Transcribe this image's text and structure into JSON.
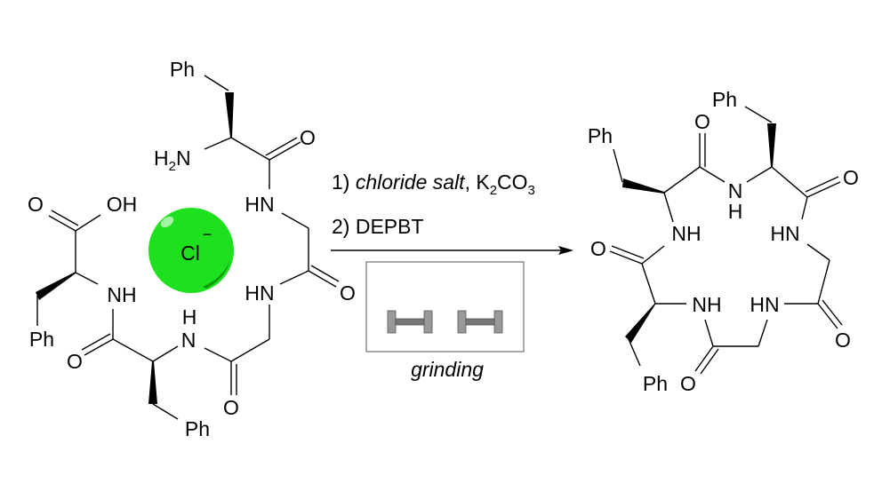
{
  "reactant": {
    "labels": {
      "ph_top": "Ph",
      "h2n": "H",
      "h2n_sub": "2",
      "h2n_n": "N",
      "o1": "O",
      "hn1": "HN",
      "o2": "O",
      "hn2": "HN",
      "o3": "O",
      "nh_h": "H",
      "nh_n": "N",
      "ph_bottom": "Ph",
      "o4": "O",
      "nh2": "NH",
      "ph_left": "Ph",
      "o5": "O",
      "oh": "OH"
    },
    "anion": {
      "label": "Cl",
      "charge": "−",
      "color": "#1ee01e"
    }
  },
  "conditions": {
    "step1_prefix": "1) ",
    "step1_italic": "chloride salt",
    "step1_suffix": ", K",
    "step1_sub": "2",
    "step1_end": "CO",
    "step1_sub2": "3",
    "step2": "2) DEPBT",
    "method": "grinding"
  },
  "product": {
    "labels": {
      "ph1": "Ph",
      "ph2": "Ph",
      "ph3": "Ph",
      "o1": "O",
      "o2": "O",
      "o3": "O",
      "o4": "O",
      "o5": "O",
      "n_top": "N",
      "h_top": "H",
      "hn1": "HN",
      "hn2": "HN",
      "nh1": "NH",
      "nh2": "NH"
    }
  }
}
